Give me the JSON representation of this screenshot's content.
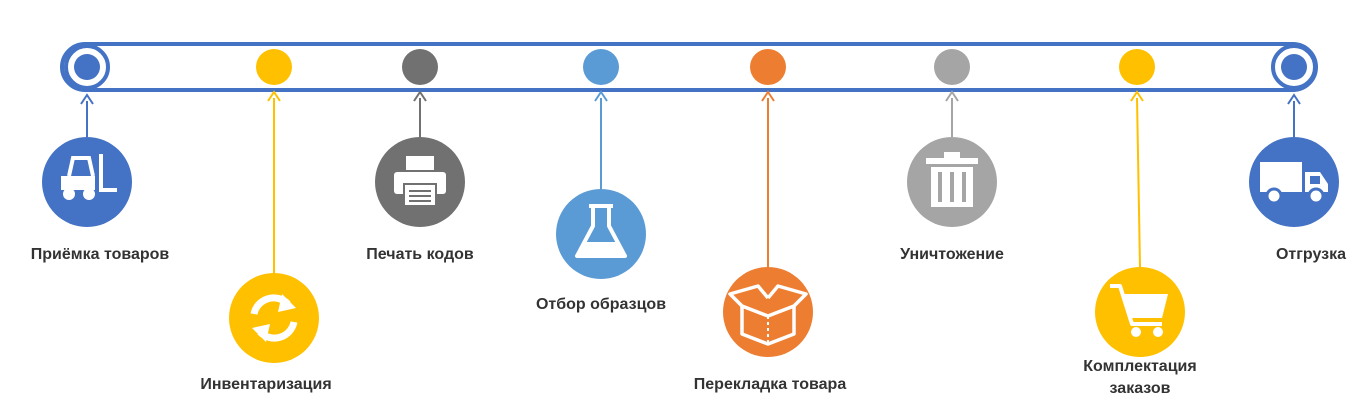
{
  "colors": {
    "track": "#4472c4",
    "blue": "#4472c4",
    "yellow": "#ffc000",
    "dark_gray": "#717171",
    "light_blue": "#5b9bd5",
    "orange": "#ed7d31",
    "gray": "#a5a5a5"
  },
  "steps": [
    {
      "id": "priemka",
      "label": "Приёмка товаров",
      "color": "blue",
      "icon": "forklift-icon"
    },
    {
      "id": "inventarizatsiya",
      "label": "Инвентаризация",
      "color": "yellow",
      "icon": "refresh-icon"
    },
    {
      "id": "pechat",
      "label": "Печать кодов",
      "color": "dark_gray",
      "icon": "printer-icon"
    },
    {
      "id": "otbor",
      "label": "Отбор образцов",
      "color": "light_blue",
      "icon": "flask-icon"
    },
    {
      "id": "perekladka",
      "label": "Перекладка товара",
      "color": "orange",
      "icon": "box-icon"
    },
    {
      "id": "unichtozhenie",
      "label": "Уничтожение",
      "color": "gray",
      "icon": "trash-icon"
    },
    {
      "id": "komplektatsiya",
      "label": "Комплектация\nзаказов",
      "color": "yellow",
      "icon": "cart-icon"
    },
    {
      "id": "otgruzka",
      "label": "Отгрузка",
      "color": "blue",
      "icon": "truck-icon"
    }
  ]
}
